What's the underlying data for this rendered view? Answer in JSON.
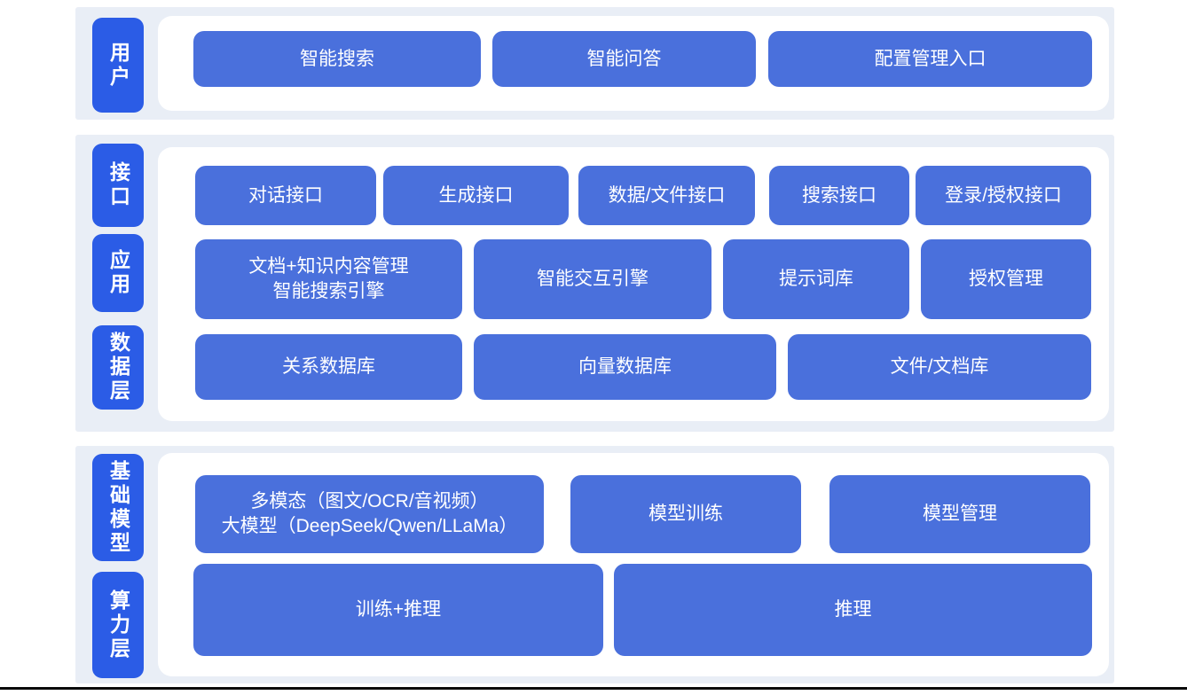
{
  "colors": {
    "band_bg": "#e9eef6",
    "panel_bg": "#ffffff",
    "node_blue": "#4a70dc",
    "label_blue": "#2b5ce6",
    "node_text": "#ffffff",
    "bottom_line": "#0a0a0a"
  },
  "layers": [
    {
      "id": "user",
      "label": "用户"
    },
    {
      "id": "interface",
      "label": "接口"
    },
    {
      "id": "application",
      "label": "应用"
    },
    {
      "id": "data-layer",
      "label": "数据层"
    },
    {
      "id": "foundation-model",
      "label": "基础模型"
    },
    {
      "id": "compute-layer",
      "label": "算力层"
    }
  ],
  "nodes": {
    "smart_search": {
      "lines": [
        "智能搜索"
      ]
    },
    "smart_qa": {
      "lines": [
        "智能问答"
      ]
    },
    "config_entry": {
      "lines": [
        "配置管理入口"
      ]
    },
    "dialog_api": {
      "lines": [
        "对话接口"
      ]
    },
    "generation_api": {
      "lines": [
        "生成接口"
      ]
    },
    "data_file_api": {
      "lines": [
        "数据/文件接口"
      ]
    },
    "search_api": {
      "lines": [
        "搜索接口"
      ]
    },
    "login_auth_api": {
      "lines": [
        "登录/授权接口"
      ]
    },
    "doc_knowledge_engine": {
      "lines": [
        "文档+知识内容管理",
        "智能搜索引擎"
      ]
    },
    "interactive_engine": {
      "lines": [
        "智能交互引擎"
      ]
    },
    "prompt_library": {
      "lines": [
        "提示词库"
      ]
    },
    "auth_management": {
      "lines": [
        "授权管理"
      ]
    },
    "relational_db": {
      "lines": [
        "关系数据库"
      ]
    },
    "vector_db": {
      "lines": [
        "向量数据库"
      ]
    },
    "file_doc_store": {
      "lines": [
        "文件/文档库"
      ]
    },
    "multimodal_llm": {
      "lines": [
        "多模态（图文/OCR/音视频）",
        "大模型（DeepSeek/Qwen/LLaMa）"
      ]
    },
    "model_training": {
      "lines": [
        "模型训练"
      ]
    },
    "model_management": {
      "lines": [
        "模型管理"
      ]
    },
    "training_inference": {
      "lines": [
        "训练+推理"
      ]
    },
    "inference": {
      "lines": [
        "推理"
      ]
    }
  }
}
